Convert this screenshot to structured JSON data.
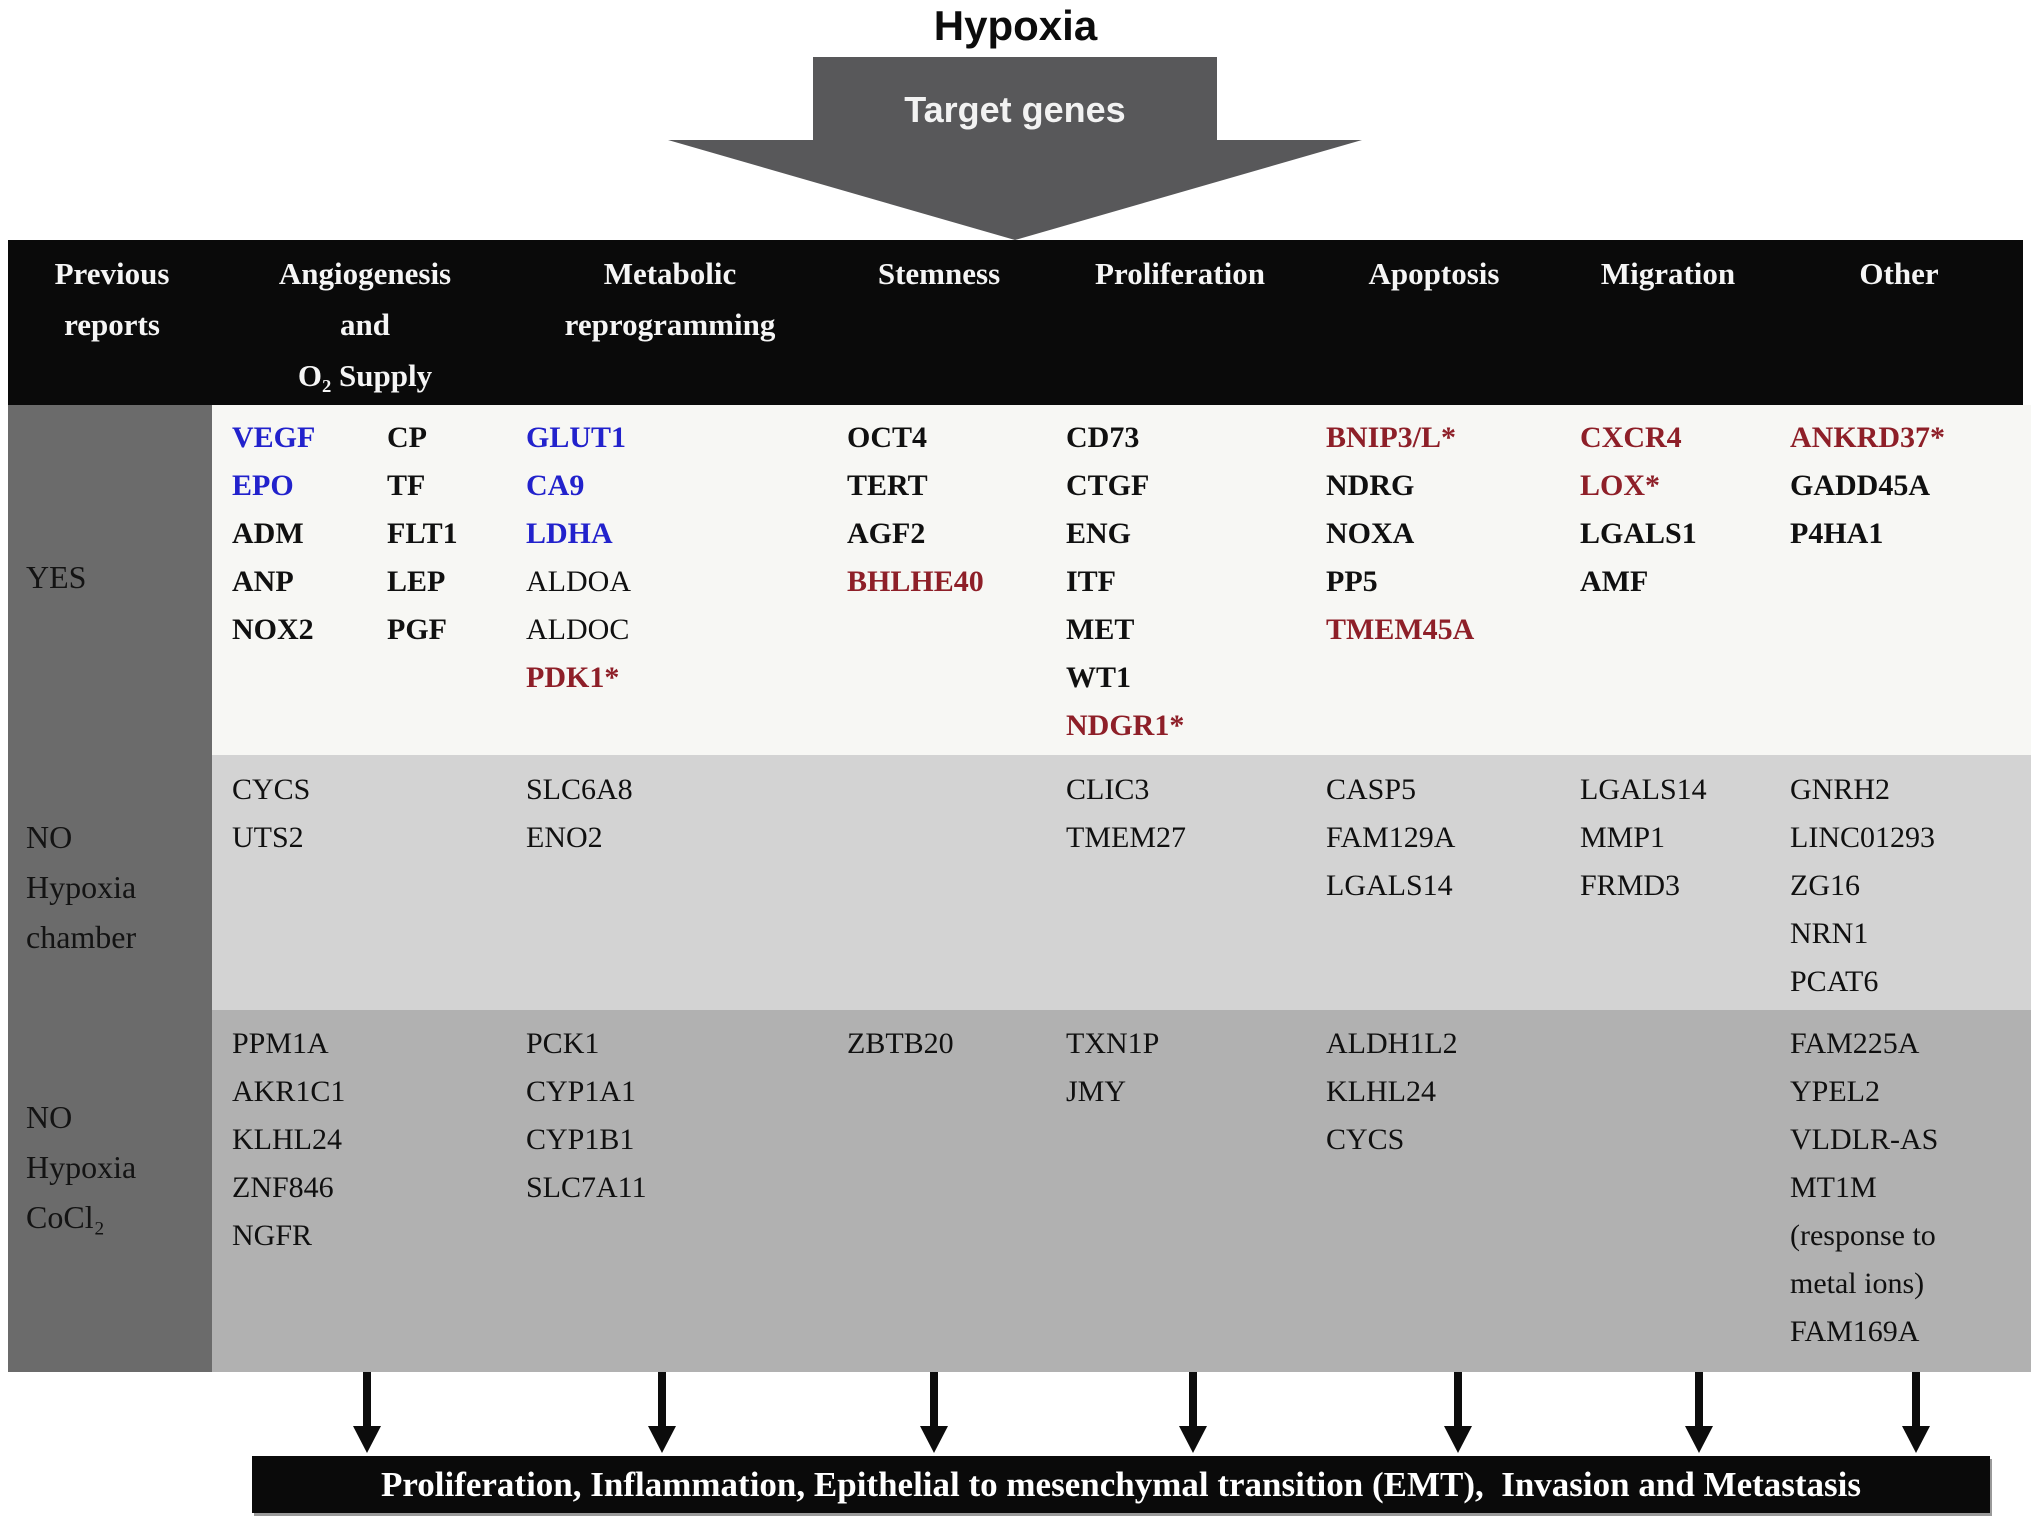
{
  "top": {
    "title": "Hypoxia",
    "arrow_label": "Target genes"
  },
  "table": {
    "headers": [
      {
        "id": "previous-reports",
        "text": "Previous\nreports"
      },
      {
        "id": "angiogenesis",
        "text": "Angiogenesis\nand\nO₂ Supply"
      },
      {
        "id": "metabolic",
        "text": "Metabolic\nreprogramming"
      },
      {
        "id": "stemness",
        "text": "Stemness"
      },
      {
        "id": "proliferation",
        "text": "Proliferation"
      },
      {
        "id": "apoptosis",
        "text": "Apoptosis"
      },
      {
        "id": "migration",
        "text": "Migration"
      },
      {
        "id": "other",
        "text": "Other"
      }
    ],
    "row_labels": {
      "yes": "YES",
      "no_chamber": "NO\nHypoxia\nchamber",
      "no_cocl2": "NO\nHypoxia\nCoCl₂"
    }
  },
  "genes": {
    "yes": {
      "angiogenesis_a": [
        {
          "t": "VEGF",
          "c": "blue"
        },
        {
          "t": "EPO",
          "c": "blue"
        },
        {
          "t": "ADM"
        },
        {
          "t": "ANP"
        },
        {
          "t": "NOX2"
        }
      ],
      "angiogenesis_b": [
        {
          "t": "CP"
        },
        {
          "t": "TF"
        },
        {
          "t": "FLT1"
        },
        {
          "t": "LEP"
        },
        {
          "t": "PGF"
        }
      ],
      "metabolic": [
        {
          "t": "GLUT1",
          "c": "blue"
        },
        {
          "t": "CA9",
          "c": "blue"
        },
        {
          "t": "LDHA",
          "c": "blue"
        },
        {
          "t": "ALDOA",
          "w": "regular"
        },
        {
          "t": "ALDOC",
          "w": "regular"
        },
        {
          "t": "PDK1*",
          "c": "maroon"
        }
      ],
      "stemness": [
        {
          "t": "OCT4"
        },
        {
          "t": "TERT"
        },
        {
          "t": "AGF2"
        },
        {
          "t": "BHLHE40",
          "c": "maroon"
        }
      ],
      "proliferation": [
        {
          "t": "CD73"
        },
        {
          "t": "CTGF"
        },
        {
          "t": "ENG"
        },
        {
          "t": "ITF"
        },
        {
          "t": "MET"
        },
        {
          "t": "WT1"
        },
        {
          "t": "NDGR1*",
          "c": "maroon"
        }
      ],
      "apoptosis": [
        {
          "t": "BNIP3/L*",
          "c": "maroon"
        },
        {
          "t": "NDRG"
        },
        {
          "t": "NOXA"
        },
        {
          "t": "PP5"
        },
        {
          "t": "TMEM45A",
          "c": "maroon"
        }
      ],
      "migration": [
        {
          "t": "CXCR4",
          "c": "maroon"
        },
        {
          "t": "LOX*",
          "c": "maroon"
        },
        {
          "t": "LGALS1"
        },
        {
          "t": "AMF"
        }
      ],
      "other": [
        {
          "t": "ANKRD37*",
          "c": "maroon"
        },
        {
          "t": "GADD45A"
        },
        {
          "t": "P4HA1"
        }
      ]
    },
    "no_chamber": {
      "angiogenesis_a": [
        "CYCS",
        "UTS2"
      ],
      "metabolic": [
        "SLC6A8",
        "ENO2"
      ],
      "proliferation": [
        "CLIC3",
        "TMEM27"
      ],
      "apoptosis": [
        "CASP5",
        "FAM129A",
        "LGALS14"
      ],
      "migration": [
        "LGALS14",
        "MMP1",
        "FRMD3"
      ],
      "other": [
        "GNRH2",
        "LINC01293",
        "ZG16",
        "NRN1",
        "PCAT6"
      ]
    },
    "no_cocl2": {
      "angiogenesis_a": [
        "PPM1A",
        "AKR1C1",
        "KLHL24",
        "ZNF846",
        "NGFR"
      ],
      "metabolic": [
        "PCK1",
        "CYP1A1",
        "CYP1B1",
        "SLC7A11"
      ],
      "stemness": [
        "ZBTB20"
      ],
      "proliferation": [
        "TXN1P",
        "JMY"
      ],
      "apoptosis": [
        "ALDH1L2",
        "KLHL24",
        "CYCS"
      ],
      "other": [
        "FAM225A",
        "YPEL2",
        "VLDLR-AS",
        "MT1M",
        "(response to",
        "metal ions)",
        "FAM169A"
      ]
    }
  },
  "bottom": {
    "banner": "Proliferation, Inflammation, Epithelial to mesenchymal transition (EMT),  Invasion and Metastasis"
  },
  "colors": {
    "blue": "#2222cc",
    "maroon": "#8e1f28",
    "header_bg": "#0a0a0a",
    "arrow_gray": "#58585a",
    "label_col_bg": "#6b6b6b",
    "row_yes_bg": "#f7f7f4",
    "row_chamber_bg": "#d3d3d3",
    "row_cocl2_bg": "#b1b1b1",
    "banner_bg": "#0a0a0a"
  }
}
